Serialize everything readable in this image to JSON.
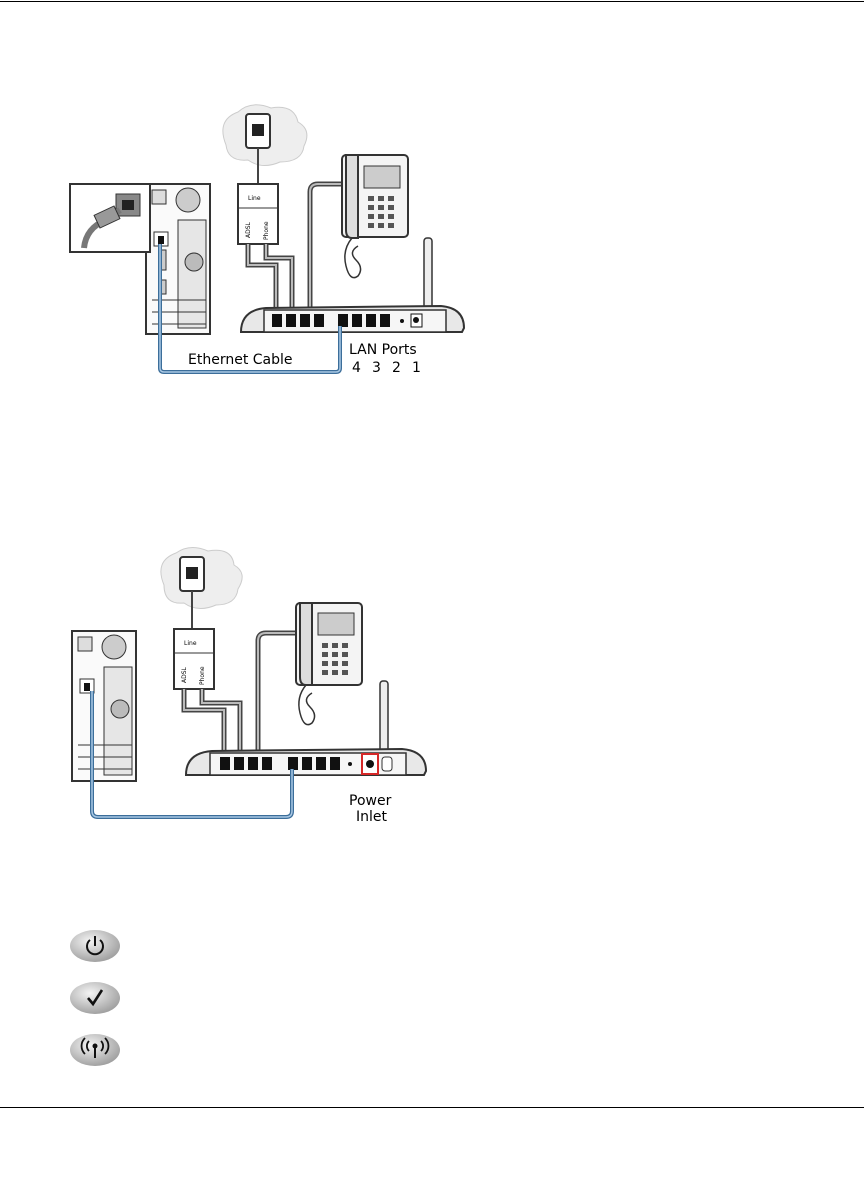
{
  "figure1": {
    "cable_label": "Ethernet Cable",
    "lan_label": "LAN Ports",
    "port_numbers": [
      "4",
      "3",
      "2",
      "1"
    ],
    "splitter": {
      "line": "Line",
      "adsl": "ADSL",
      "phone": "Phone"
    }
  },
  "figure2": {
    "power_label_line1": "Power",
    "power_label_line2": "Inlet",
    "splitter": {
      "line": "Line",
      "adsl": "ADSL",
      "phone": "Phone"
    }
  },
  "leds": [
    {
      "icon": "power-icon"
    },
    {
      "icon": "checkmark-icon"
    },
    {
      "icon": "wireless-icon"
    }
  ],
  "colors": {
    "ethernet_cable": "#3c6e9a",
    "power_highlight": "#d62828"
  }
}
